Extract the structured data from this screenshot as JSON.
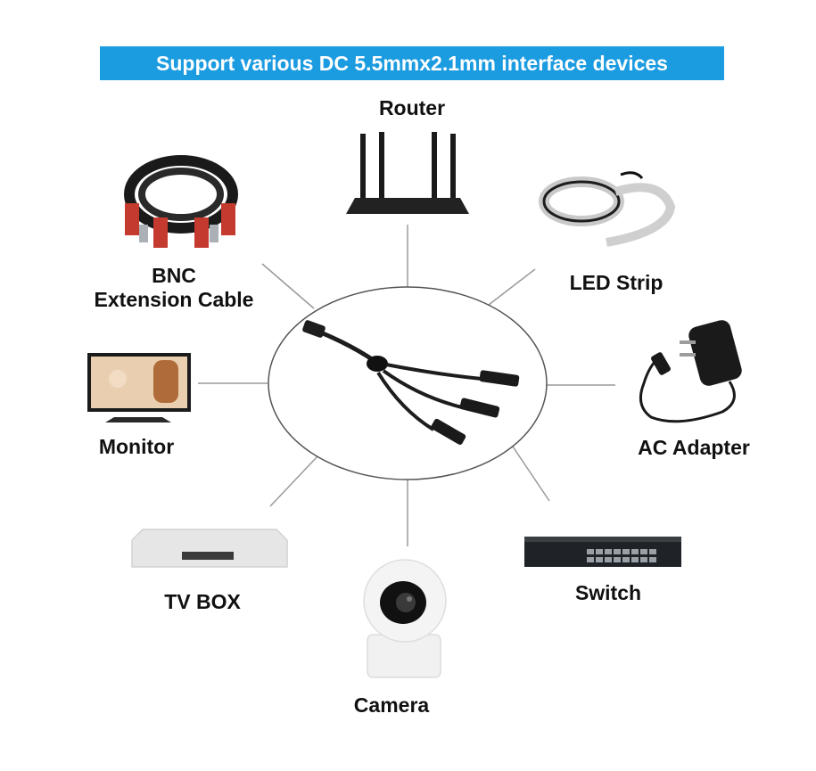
{
  "banner": {
    "text": "Support various DC 5.5mmx2.1mm interface devices",
    "color": "#1b9be0"
  },
  "devices": {
    "router": "Router",
    "bnc_line1": "BNC",
    "bnc_line2": "Extension Cable",
    "led_strip": "LED Strip",
    "monitor": "Monitor",
    "ac_adapter": "AC Adapter",
    "tv_box": "TV BOX",
    "switch": "Switch",
    "camera": "Camera"
  },
  "icons": [
    "router-icon",
    "bnc-cable-icon",
    "led-strip-icon",
    "monitor-icon",
    "ac-adapter-icon",
    "tv-box-icon",
    "network-switch-icon",
    "camera-icon",
    "splitter-cable-icon"
  ]
}
